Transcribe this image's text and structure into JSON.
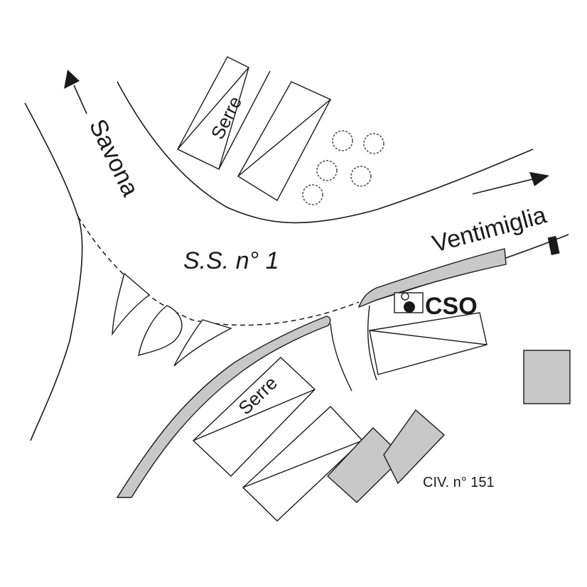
{
  "map": {
    "road_name": "S.S. n° 1",
    "direction_north": "Savona",
    "direction_east": "Ventimiglia",
    "greenhouse_label_top": "Serre",
    "greenhouse_label_bottom": "Serre",
    "station_label": "CSO",
    "address_label": "CIV. n° 151"
  },
  "colors": {
    "building": "#c8c8c8",
    "sidewalk": "#c8c8c8",
    "line": "#1a1a1a",
    "trees": "#555555"
  }
}
